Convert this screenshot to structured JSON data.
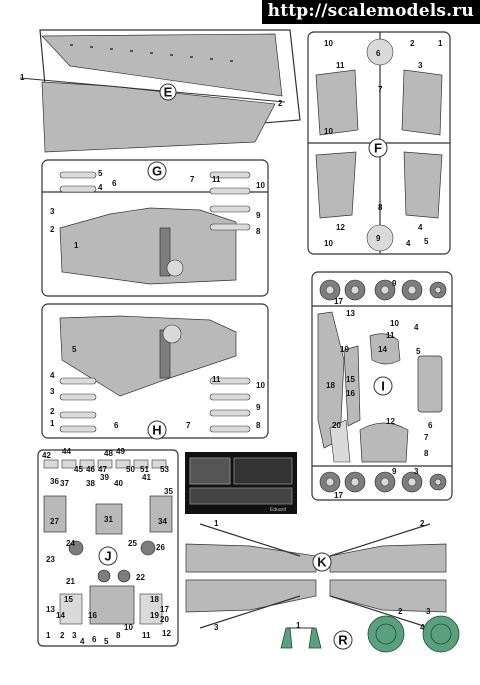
{
  "watermark": "http://scalemodels.ru",
  "frames": {
    "E": {
      "letter": "E",
      "numbers": [
        "1",
        "2"
      ]
    },
    "F": {
      "letter": "F",
      "numbers": [
        "10",
        "6",
        "2",
        "1",
        "11",
        "3",
        "7",
        "10",
        "12",
        "8",
        "4",
        "9",
        "10",
        "4",
        "5"
      ]
    },
    "G": {
      "letter": "G",
      "numbers": [
        "6",
        "5",
        "4",
        "3",
        "2",
        "1",
        "7",
        "11",
        "10",
        "9",
        "8"
      ]
    },
    "H": {
      "letter": "H",
      "numbers": [
        "5",
        "4",
        "3",
        "2",
        "1",
        "6",
        "7",
        "11",
        "10",
        "9",
        "8"
      ]
    },
    "I": {
      "letter": "I",
      "numbers": [
        "17",
        "9",
        "13",
        "10",
        "14",
        "4",
        "19",
        "5",
        "11",
        "18",
        "15",
        "16",
        "20",
        "12",
        "6",
        "7",
        "8",
        "17",
        "9",
        "3"
      ]
    },
    "J": {
      "letter": "J",
      "numbers": [
        "42",
        "44",
        "45",
        "46",
        "47",
        "48",
        "49",
        "50",
        "51",
        "53",
        "36",
        "37",
        "38",
        "39",
        "40",
        "41",
        "35",
        "27",
        "31",
        "34",
        "24",
        "25",
        "26",
        "23",
        "21",
        "22",
        "15",
        "13",
        "14",
        "16",
        "18",
        "17",
        "19",
        "20",
        "1",
        "2",
        "3",
        "4",
        "6",
        "5",
        "8",
        "10",
        "11",
        "12"
      ]
    },
    "K": {
      "letter": "K",
      "numbers": [
        "1",
        "2",
        "3",
        "4"
      ]
    },
    "R": {
      "letter": "R",
      "numbers": [
        "1",
        "2",
        "3"
      ]
    }
  },
  "pe_sheet": {
    "caption": "Eduard"
  }
}
